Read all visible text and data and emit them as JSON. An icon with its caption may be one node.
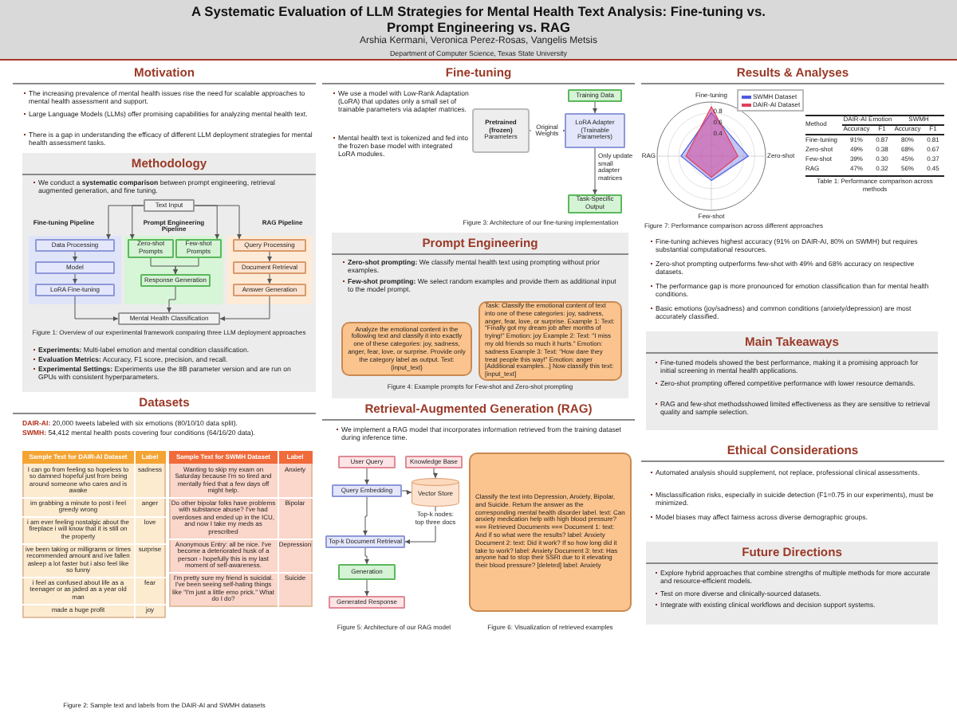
{
  "diagram": {
    "title": "A Systematic Evaluation of LLM Strategies for Mental Health Text Analysis: Fine-tuning vs. Prompt Engineering vs. RAG",
    "nodes": [
      {
        "text": [
          "Methodology",
          "We conduct a **systematic comparison** between prompt engineering, retrieval augmented generation, and fine tuning.",
          "Figure 1: Overview of our experimental framework comparing three LLM deployment approaches",
          "**Experiments:** Multi-label emotion and mental condition classification.",
          "**Evaluation Metrics:** Accuracy, F1 score, precision, and recall.",
          "**Experimental Settings:** Experiments use the 8B parameter version and are run on GPUs with consistent hyperparameters."
        ]
      },
      {
        "text": [
          "Text Input"
        ],
        "in": 0
      },
      {
        "text": [
          "Fine-tuning Pipeline"
        ],
        "in": 0
      },
      {
        "text": [
          "Prompt Engineering Pipeline"
        ],
        "in": 0
      },
      {
        "text": [
          "RAG Pipeline"
        ],
        "in": 0
      },
      {
        "text": [
          "Data Processing"
        ],
        "in": 2
      },
      {
        "text": [
          "Model"
        ],
        "in": 2
      },
      {
        "text": [
          "LoRA Fine-tuning"
        ],
        "in": 2
      },
      {
        "text": [
          "Zero-shot Prompts"
        ],
        "in": 3
      },
      {
        "text": [
          "Few-shot Prompts"
        ],
        "in": 3
      },
      {
        "text": [
          "Response Generation"
        ],
        "in": 3
      },
      {
        "text": [
          "Query Processing"
        ],
        "in": 4
      },
      {
        "text": [
          "Document Retrieval"
        ],
        "in": 4
      },
      {
        "text": [
          "Answer Generation"
        ],
        "in": 4
      },
      {
        "text": [
          "Mental Health Classification"
        ],
        "in": 0
      },
      {
        "text": [
          "Pretrained (frozen)",
          "Parameters"
        ]
      },
      {
        "text": [
          "Training Data"
        ]
      },
      {
        "text": [
          "LoRA Adapter (Trainable Parameters)"
        ]
      },
      {
        "text": [
          "Task-Specific Output"
        ]
      },
      {
        "text": [
          "Prompt Engineering",
          "**Zero-shot prompting:** We classify mental health text using prompting without prior examples.",
          "**Few-shot prompting:** We select random examples and provide them as additional input to the model prompt.",
          "Figure 4: Example prompts for Few-shot and Zero-shot prompting"
        ]
      },
      {
        "text": [
          "Analyze the emotional content in the following text and classify it into exactly one of these categories: joy, sadness, anger, fear, love, or surprise. Provide only the category label as output. Text: {input_text}"
        ],
        "in": 19
      },
      {
        "text": [
          "Task: Classify the emotional content of text into one of these categories: joy, sadness, anger, fear, love, or surprise. Example 1: Text: \"Finally got my dream job after months of trying!\" Emotion: joy Example 2: Text: \"I miss my old friends so much it hurts.\" Emotion: sadness Example 3: Text: \"How dare they treat people this way!\" Emotion: anger [Additional examples...] Now classify this text: [input_text]"
        ],
        "in": 19
      },
      {
        "text": [
          "User Query"
        ]
      },
      {
        "text": [
          "Knowledge Base"
        ]
      },
      {
        "text": [
          "Query Embedding"
        ]
      },
      {
        "text": [
          "Vector Store"
        ]
      },
      {
        "text": [
          "Top-k Document Retrieval"
        ]
      },
      {
        "text": [
          "Generation"
        ]
      },
      {
        "text": [
          "Generated Response"
        ]
      },
      {
        "text": [
          "Classify the text into Depression, Anxiety, Bipolar, and Suicide. Return the answer as the corresponding mental health disorder label. text: Can anxiety medication help with high blood pressure? === Retrieved Documents === Document 1: text: And if so what were the results? label: Anxiety Document 2: text: Did it work? If so how long did it take to work? label: Anxiety Document 3: text: Has anyone had to stop their SSRI due to it elevating their blood pressure? [deleted] label: Anxiety"
        ]
      },
      {
        "text": [
          "Main Takeaways",
          "Fine-tuned models showed the best performance, making it a promising approach for initial screening in mental health applications.",
          "Zero-shot prompting offered competitive performance with lower resource demands.",
          "RAG and few-shot methodsshowed limited effectiveness as they are sensitive to retrieval quality and sample selection."
        ]
      },
      {
        "text": [
          "Future Directions",
          "Explore hybrid approaches that combine strengths of multiple methods for more accurate and resource-efficient models.",
          "Test on more diverse and clinically-sourced datasets.",
          "Integrate with existing clinical workflows and decision support systems."
        ]
      }
    ],
    "edges": [
      {
        "from": 1,
        "to": 5,
        "arrow": "to"
      },
      {
        "from": 1,
        "to": 8,
        "arrow": "to"
      },
      {
        "from": 1,
        "to": 9,
        "arrow": "to"
      },
      {
        "from": 1,
        "to": 11,
        "arrow": "to"
      },
      {
        "from": 5,
        "to": 6,
        "arrow": "to"
      },
      {
        "from": 6,
        "to": 7,
        "arrow": "to"
      },
      {
        "from": 8,
        "to": 10,
        "arrow": "to"
      },
      {
        "from": 9,
        "to": 10,
        "arrow": "to"
      },
      {
        "from": 11,
        "to": 12,
        "arrow": "to"
      },
      {
        "from": 12,
        "to": 13,
        "arrow": "to"
      },
      {
        "from": 7,
        "to": 14,
        "arrow": "to"
      },
      {
        "from": 10,
        "to": 14,
        "arrow": "to"
      },
      {
        "from": 13,
        "to": 14,
        "arrow": "to"
      },
      {
        "from": 15,
        "to": 17,
        "arrow": "to",
        "label": "Original Weights"
      },
      {
        "from": 16,
        "to": 17,
        "arrow": "to"
      },
      {
        "from": 17,
        "to": 18,
        "arrow": "to",
        "label": "Only update small adapter matrices"
      },
      {
        "from": 22,
        "to": 24,
        "arrow": "to"
      },
      {
        "from": 23,
        "to": 25,
        "arrow": "to"
      },
      {
        "from": 24,
        "to": 25,
        "arrow": "to"
      },
      {
        "from": 25,
        "to": 26,
        "arrow": "to",
        "label": "Top-k nodes: top three docs"
      },
      {
        "from": 24,
        "to": 26,
        "arrow": "to"
      },
      {
        "from": 26,
        "to": 27,
        "arrow": "to"
      },
      {
        "from": 27,
        "to": 28,
        "arrow": "to"
      }
    ],
    "labels": [
      "Arshia Kermani, Veronica Perez-Rosas, Vangelis Metsis",
      "Department of Computer Science, Texas State University",
      "Motivation",
      "The increasing prevalence of mental health issues rise the need for scalable approaches to mental health assessment and support.",
      "Large Language Models (LLMs) offer promising capabilities for analyzing mental health text.",
      "There is a gap in understanding the efficacy of different LLM deployment strategies for mental health assessment tasks.",
      "Datasets",
      "**DAIR-AI:** 20,000 tweets labeled with six emotions (80/10/10 data split).",
      "**SWMH:** 54,412 mental health posts covering four conditions (64/16/20 data).",
      "Sample Text for DAIR-AI Dataset",
      "Label",
      "I can go from feeling so hopeless to so damned hopeful just from being around someone who cares and is awake",
      "sadness",
      "im grabbing a minute to post i feel greedy wrong",
      "anger",
      "i am ever feeling nostalgic about the fireplace i will know that it is still on the property",
      "love",
      "ive been taking or milligrams or times recommended amount and ive fallen asleep a lot faster but i also feel like so funny",
      "surprise",
      "i feel as confused about life as a teenager or as jaded as a year old man",
      "fear",
      "made a huge profit",
      "joy",
      "Sample Text for SWMH Dataset",
      "Label",
      "Wanting to skip my exam on Saturday because I'm so tired and mentally fried that a few days off might help.",
      "Anxiety",
      "Do other bipolar folks have problems with substance abuse? I've had overdoses and ended up in the ICU, and now I take my meds as prescribed",
      "Bipolar",
      "Anonymous Entry: all be nice. I've become a deteriorated husk of a person - hopefully this is my last moment of self-awareness.",
      "Depression",
      "I'm pretty sure my friend is suicidal. I've been seeing self-hating things like \"I'm just a little emo prick.\" What do I do?",
      "Suicide",
      "Figure 2: Sample text and labels from the DAIR-AI and SWMH datasets",
      "Fine-tuning",
      "We use a model with Low-Rank Adaptation (LoRA) that updates only a small set of trainable parameters via adapter matrices.",
      "Mental health text is tokenized and fed into the frozen base model with integrated LoRA modules.",
      "Figure 3: Architecture of our fine-tuning implementation",
      "Retrieval-Augmented Generation (RAG)",
      "We implement a RAG model that incorporates information retrieved from the training dataset during inference time.",
      "Figure 5: Architecture of our RAG model",
      "Figure 6: Visualization of retrieved examples",
      "Results & Analyses",
      "Fine-tuning",
      "Zero-shot",
      "Few-shot",
      "RAG",
      "0.4",
      "0.6",
      "0.8",
      "Method",
      "DAIR-AI Emotion",
      "SWMH",
      "Accuracy",
      "F1",
      "Accuracy",
      "F1",
      "Fine-tuning",
      "91%",
      "0.87",
      "80%",
      "0.81",
      "Zero-shot",
      "49%",
      "0.38",
      "68%",
      "0.67",
      "Few-shot",
      "39%",
      "0.30",
      "45%",
      "0.37",
      "RAG",
      "47%",
      "0.32",
      "56%",
      "0.45",
      "Table 1: Performance comparison across methods",
      "Figure 7: Performance comparison across different approaches",
      "Fine-tuning achieves highest accuracy (91% on DAIR-AI, 80% on SWMH) but requires substantial computational resources.",
      "Zero-shot prompting outperforms few-shot with 49% and 68% accuracy on respective datasets.",
      "The performance gap is more pronounced for emotion classification than for mental health conditions.",
      "Basic emotions (joy/sadness) and common conditions (anxiety/depression) are most accurately classified.",
      "Ethical Considerations",
      "Automated analysis should supplement, not replace, professional clinical assessments.",
      "Misclassification risks, especially in suicide detection (F1=0.75 in our experiments), must be minimized.",
      "Model biases may affect fairness across diverse demographic groups."
    ],
    "legend": [
      {
        "text": "SWMH Dataset"
      },
      {
        "text": "DAIR-AI Dataset"
      }
    ]
  }
}
